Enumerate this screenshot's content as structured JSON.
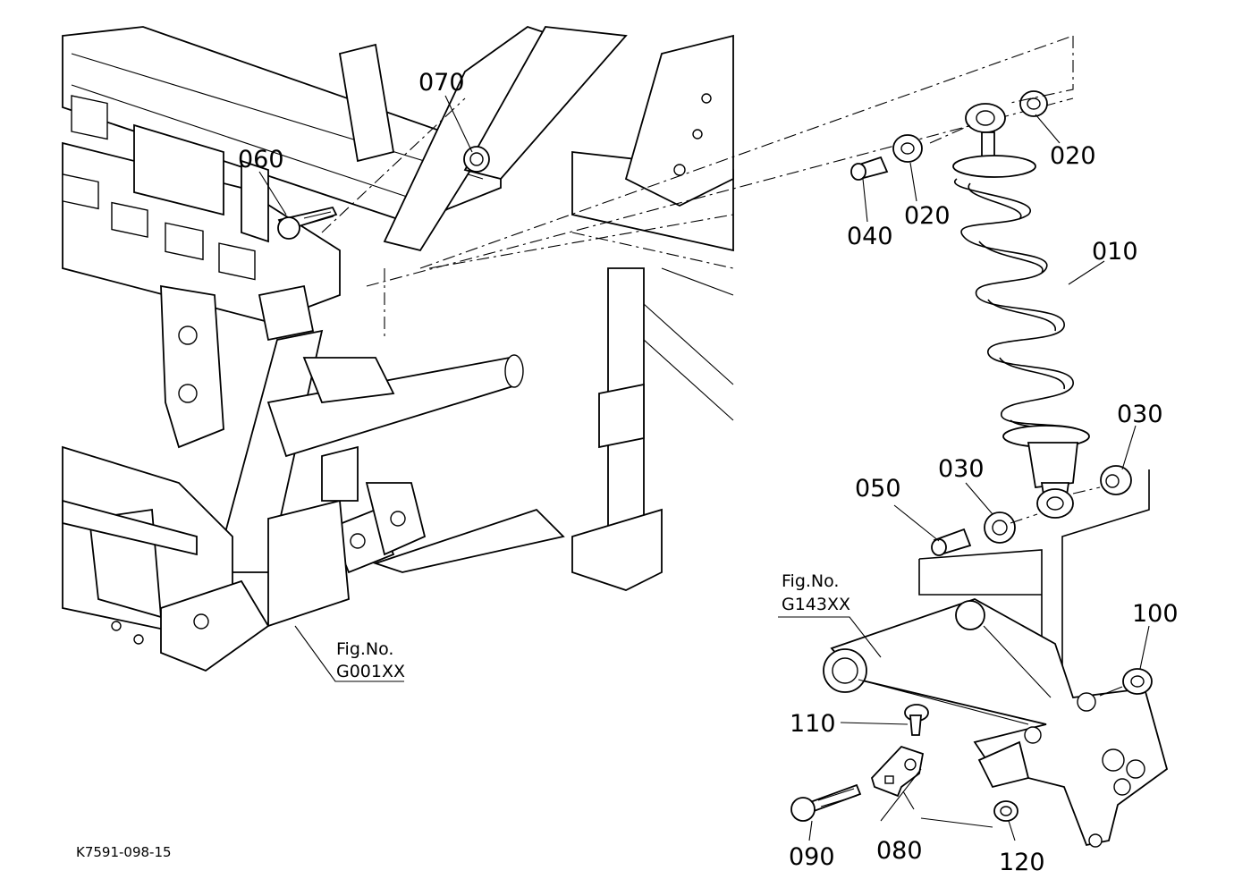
{
  "callouts": {
    "c010": "010",
    "c020a": "020",
    "c020b": "020",
    "c030a": "030",
    "c030b": "030",
    "c040": "040",
    "c050": "050",
    "c060": "060",
    "c070": "070",
    "c080": "080",
    "c090": "090",
    "c100": "100",
    "c110": "110",
    "c120": "120"
  },
  "references": {
    "g001_prefix": "Fig.No.",
    "g001_code": "G001XX",
    "g143_prefix": "Fig.No.",
    "g143_code": "G143XX"
  },
  "drawing_code": "K7591-098-15"
}
